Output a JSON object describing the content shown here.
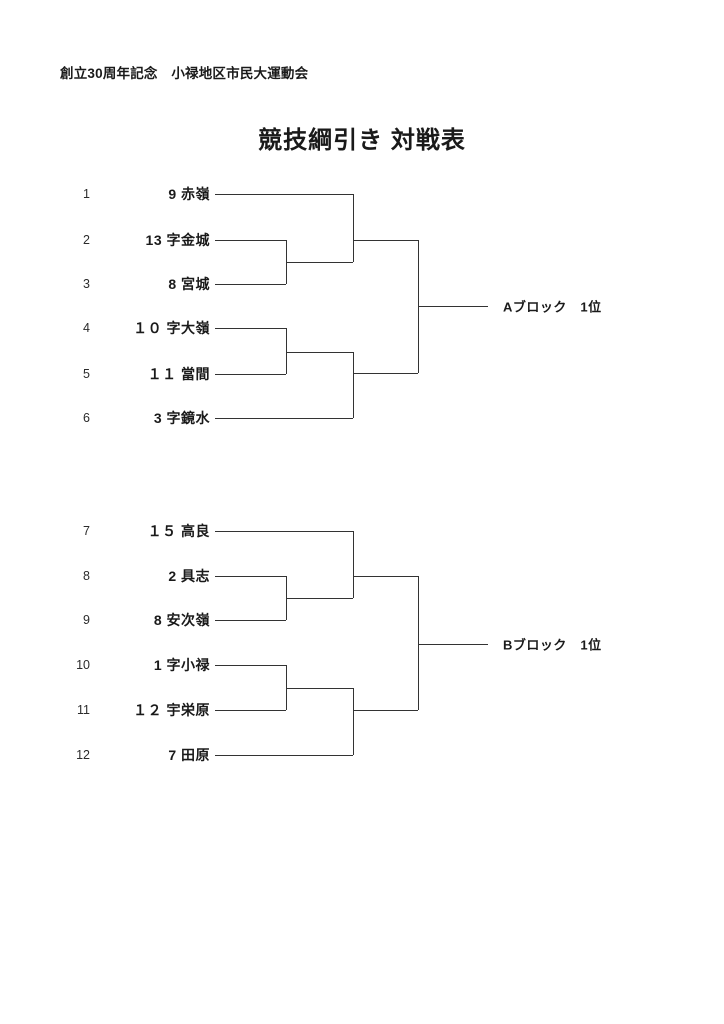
{
  "document": {
    "header": "創立30周年記念　小禄地区市民大運動会",
    "title": "競技綱引き 対戦表"
  },
  "bracket": {
    "blocks": [
      {
        "id": "block-a",
        "result_label": "Aブロック　1位",
        "entries": [
          {
            "seed": "1",
            "team": "9 赤嶺"
          },
          {
            "seed": "2",
            "team": "13 字金城"
          },
          {
            "seed": "3",
            "team": "8 宮城"
          },
          {
            "seed": "4",
            "team": "１０ 字大嶺"
          },
          {
            "seed": "5",
            "team": "１１ 當間"
          },
          {
            "seed": "6",
            "team": "3 字鏡水"
          }
        ]
      },
      {
        "id": "block-b",
        "result_label": "Bブロック　1位",
        "entries": [
          {
            "seed": "7",
            "team": "１５ 高良"
          },
          {
            "seed": "8",
            "team": "2 具志"
          },
          {
            "seed": "9",
            "team": "8 安次嶺"
          },
          {
            "seed": "10",
            "team": "1 字小禄"
          },
          {
            "seed": "11",
            "team": "１２ 宇栄原"
          },
          {
            "seed": "12",
            "team": "7 田原"
          }
        ]
      }
    ]
  },
  "style": {
    "line_color": "#333333",
    "text_color": "#1a1a1a",
    "paper_color": "#ffffff"
  }
}
